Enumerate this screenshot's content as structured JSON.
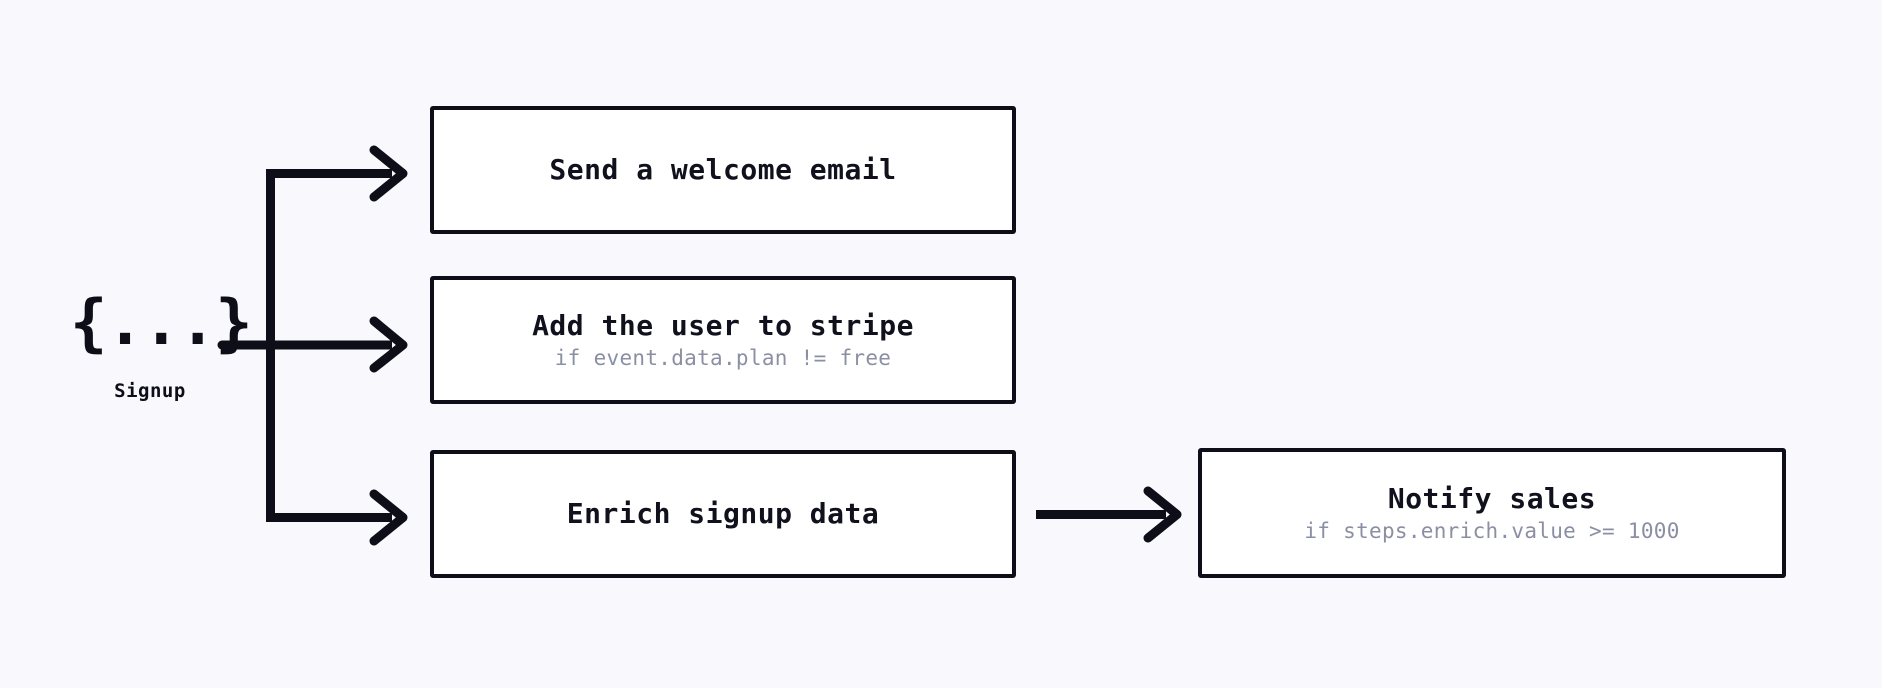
{
  "diagram": {
    "type": "workflow-branch-diagram",
    "background_color": "#f9f9fd",
    "line_color": "#0d0e18",
    "box_fill_color": "#ffffff",
    "box_border_color": "#0d0e18",
    "title_color": "#10111c",
    "condition_color": "#8b8fa3"
  },
  "trigger": {
    "icon": "json-braces-icon",
    "glyph": "{...}",
    "label": "Signup"
  },
  "steps": [
    {
      "id": "welcome",
      "title": "Send a welcome email",
      "condition": ""
    },
    {
      "id": "stripe",
      "title": "Add the user to stripe",
      "condition": "if event.data.plan != free"
    },
    {
      "id": "enrich",
      "title": "Enrich signup data",
      "condition": ""
    },
    {
      "id": "notify",
      "title": "Notify sales",
      "condition": "if steps.enrich.value >= 1000"
    }
  ],
  "connectors": [
    {
      "id": "trigger-to-welcome",
      "from": "trigger",
      "to": "welcome"
    },
    {
      "id": "trigger-to-stripe",
      "from": "trigger",
      "to": "stripe"
    },
    {
      "id": "trigger-to-enrich",
      "from": "trigger",
      "to": "enrich"
    },
    {
      "id": "enrich-to-notify",
      "from": "enrich",
      "to": "notify"
    }
  ]
}
